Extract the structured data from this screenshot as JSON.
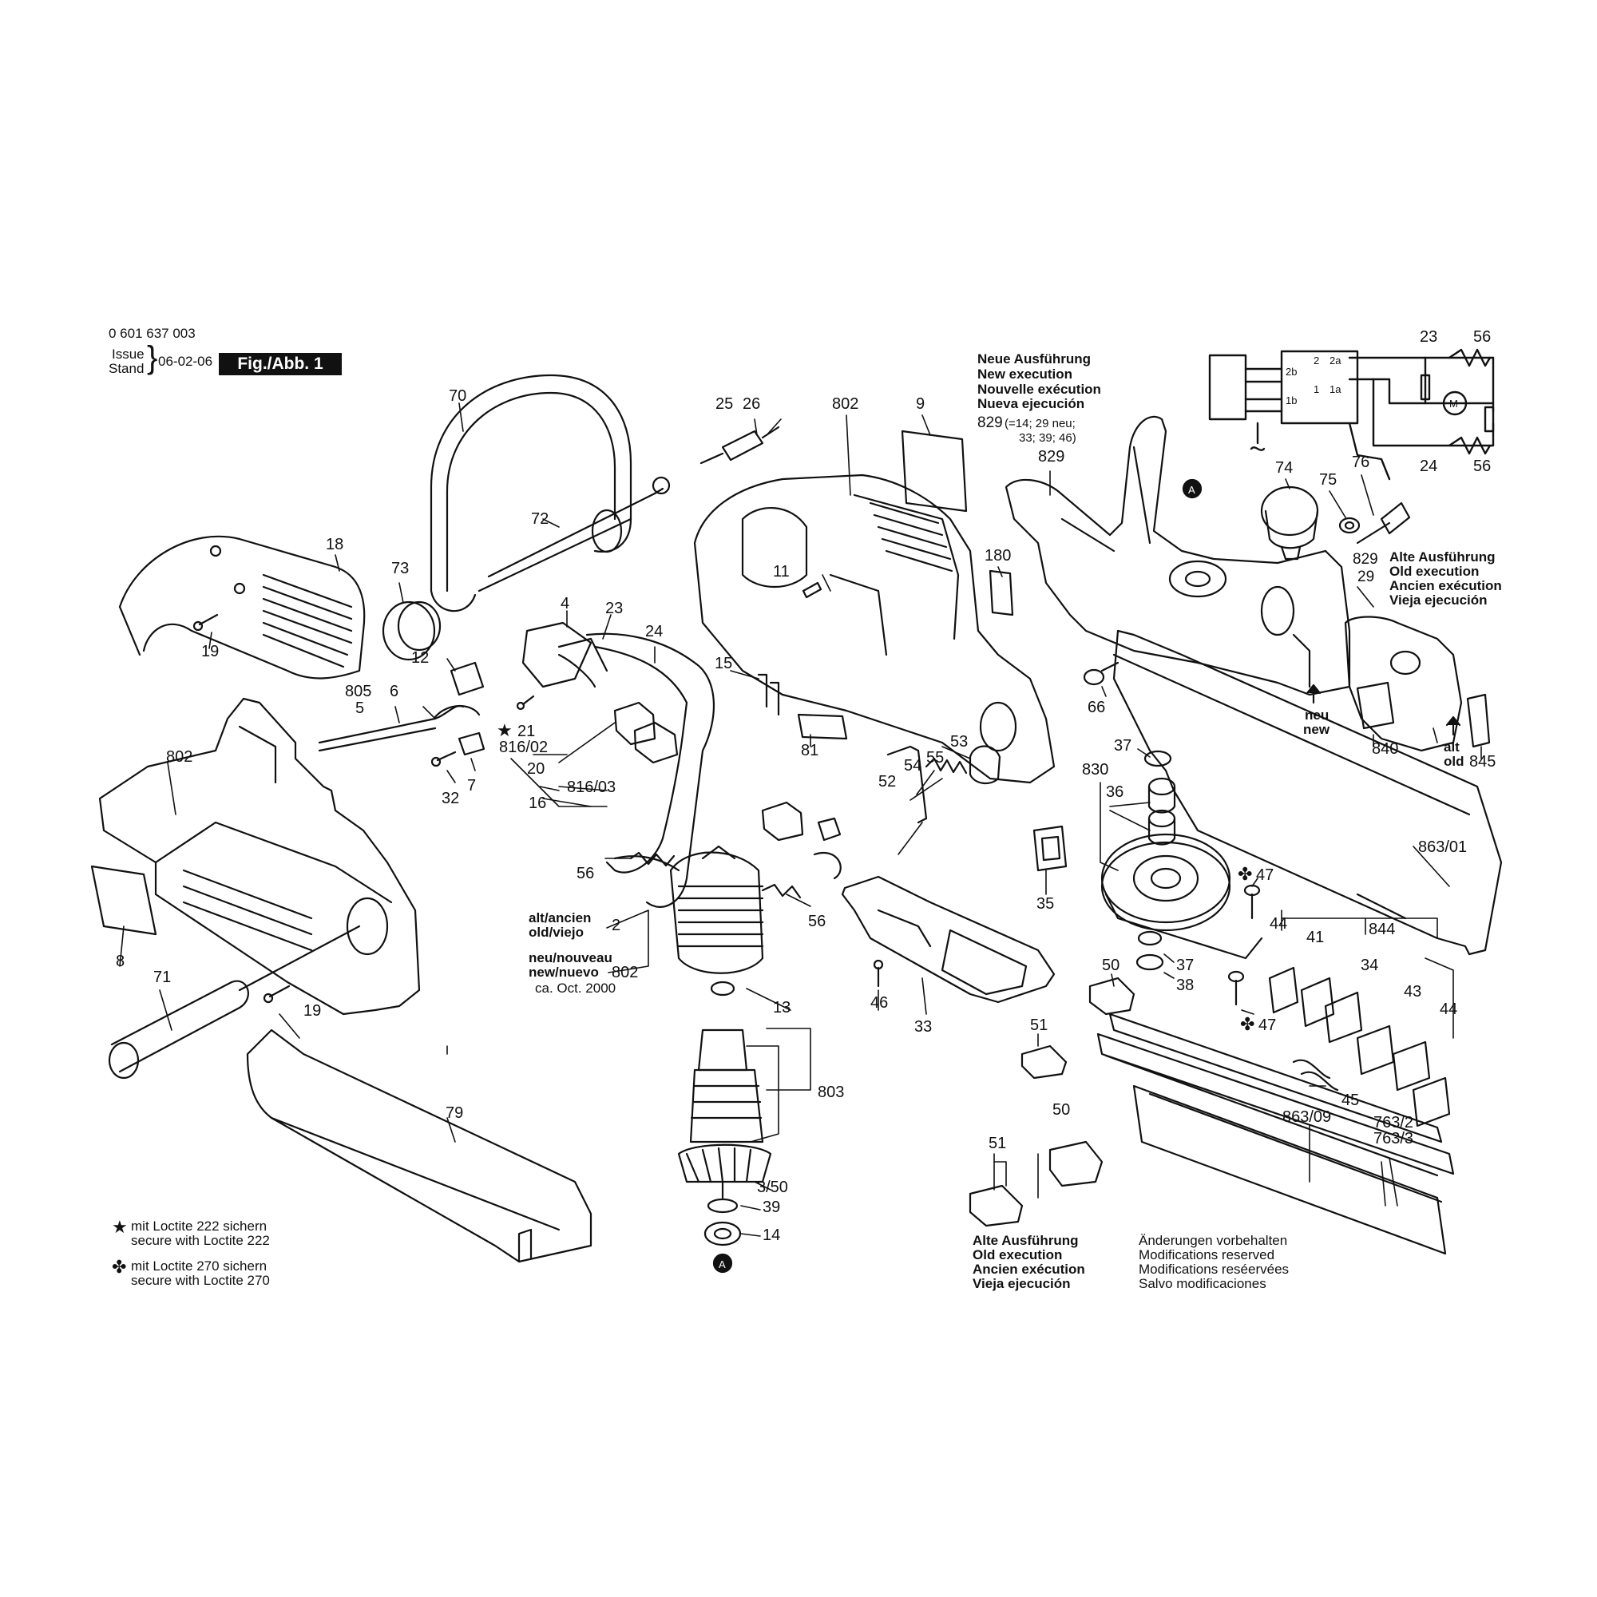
{
  "header": {
    "part_number": "0 601 637 003",
    "issue_label": "Issue",
    "stand_label": "Stand",
    "issue_date": "06-02-06",
    "figure_label": "Fig./Abb. 1"
  },
  "new_execution_block": {
    "lines": [
      "Neue Ausführung",
      "New execution",
      "Nouvelle exécution",
      "Nueva ejecución"
    ],
    "kit_number": "829",
    "kit_contents_line1": "(=14; 29 neu;",
    "kit_contents_line2": "33; 39; 46)"
  },
  "old_execution_block_right": {
    "numbers": [
      "829",
      "29"
    ],
    "lines": [
      "Alte Ausführung",
      "Old execution",
      "Ancien exécution",
      "Vieja ejecución"
    ]
  },
  "old_execution_block_bottom": {
    "lines": [
      "Alte Ausführung",
      "Old execution",
      "Ancien exécution",
      "Vieja ejecución"
    ]
  },
  "stator_note": {
    "old": [
      "alt/ancien",
      "old/viejo"
    ],
    "new": [
      "neu/nouveau",
      "new/nuevo",
      "ca. Oct. 2000"
    ]
  },
  "markers": {
    "neu": [
      "neu",
      "new"
    ],
    "alt": [
      "alt",
      "old"
    ],
    "circle_label": "A"
  },
  "legend": {
    "star_symbol": "★",
    "star_lines": [
      "mit Loctite 222 sichern",
      "secure with Loctite 222"
    ],
    "cross_symbol": "✤",
    "cross_lines": [
      "mit Loctite 270 sichern",
      "secure with Loctite 270"
    ]
  },
  "modifications": [
    "Änderungen vorbehalten",
    "Modifications reserved",
    "Modifications reséervées",
    "Salvo modificaciones"
  ],
  "wiring": {
    "terminals": [
      "2",
      "2a",
      "2b",
      "1",
      "1a",
      "1b"
    ],
    "motor_symbol": "M",
    "top_labels": [
      "23",
      "56"
    ],
    "bottom_labels": [
      "24",
      "56"
    ]
  },
  "part_labels": [
    {
      "id": "p70",
      "text": "70"
    },
    {
      "id": "p72",
      "text": "72"
    },
    {
      "id": "p73",
      "text": "73"
    },
    {
      "id": "p18",
      "text": "18"
    },
    {
      "id": "p19a",
      "text": "19"
    },
    {
      "id": "p4",
      "text": "4"
    },
    {
      "id": "p23",
      "text": "23"
    },
    {
      "id": "p24",
      "text": "24"
    },
    {
      "id": "p12",
      "text": "12"
    },
    {
      "id": "p805",
      "text": "805"
    },
    {
      "id": "p5",
      "text": "5"
    },
    {
      "id": "p6",
      "text": "6"
    },
    {
      "id": "p21",
      "text": "21"
    },
    {
      "id": "p81602",
      "text": "816/02"
    },
    {
      "id": "p20",
      "text": "20"
    },
    {
      "id": "p81603",
      "text": "816/03"
    },
    {
      "id": "p16",
      "text": "16"
    },
    {
      "id": "p32",
      "text": "32"
    },
    {
      "id": "p7",
      "text": "7"
    },
    {
      "id": "p802a",
      "text": "802"
    },
    {
      "id": "p8",
      "text": "8"
    },
    {
      "id": "p71",
      "text": "71"
    },
    {
      "id": "p19b",
      "text": "19"
    },
    {
      "id": "p79",
      "text": "79"
    },
    {
      "id": "p25",
      "text": "25"
    },
    {
      "id": "p26",
      "text": "26"
    },
    {
      "id": "p802b",
      "text": "802"
    },
    {
      "id": "p9",
      "text": "9"
    },
    {
      "id": "p11",
      "text": "11"
    },
    {
      "id": "p180",
      "text": "180"
    },
    {
      "id": "p15",
      "text": "15"
    },
    {
      "id": "p81",
      "text": "81"
    },
    {
      "id": "p53",
      "text": "53"
    },
    {
      "id": "p54",
      "text": "54"
    },
    {
      "id": "p55",
      "text": "55"
    },
    {
      "id": "p52",
      "text": "52"
    },
    {
      "id": "p56a",
      "text": "56"
    },
    {
      "id": "p56b",
      "text": "56"
    },
    {
      "id": "p2",
      "text": "2"
    },
    {
      "id": "p802c",
      "text": "802"
    },
    {
      "id": "p13",
      "text": "13"
    },
    {
      "id": "p803",
      "text": "803"
    },
    {
      "id": "p350",
      "text": "3/50"
    },
    {
      "id": "p39",
      "text": "39"
    },
    {
      "id": "p14",
      "text": "14"
    },
    {
      "id": "p46",
      "text": "46"
    },
    {
      "id": "p33",
      "text": "33"
    },
    {
      "id": "p35",
      "text": "35"
    },
    {
      "id": "p829top",
      "text": "829"
    },
    {
      "id": "p74",
      "text": "74"
    },
    {
      "id": "p75",
      "text": "75"
    },
    {
      "id": "p76",
      "text": "76"
    },
    {
      "id": "p66",
      "text": "66"
    },
    {
      "id": "p37a",
      "text": "37"
    },
    {
      "id": "p830",
      "text": "830"
    },
    {
      "id": "p36",
      "text": "36"
    },
    {
      "id": "p47a",
      "text": "47"
    },
    {
      "id": "p37b",
      "text": "37"
    },
    {
      "id": "p38",
      "text": "38"
    },
    {
      "id": "p47b",
      "text": "47"
    },
    {
      "id": "p50a",
      "text": "50"
    },
    {
      "id": "p51a",
      "text": "51"
    },
    {
      "id": "p44a",
      "text": "44"
    },
    {
      "id": "p41",
      "text": "41"
    },
    {
      "id": "p844",
      "text": "844"
    },
    {
      "id": "p34",
      "text": "34"
    },
    {
      "id": "p43",
      "text": "43"
    },
    {
      "id": "p44b",
      "text": "44"
    },
    {
      "id": "p45",
      "text": "45"
    },
    {
      "id": "p86301",
      "text": "863/01"
    },
    {
      "id": "p840",
      "text": "840"
    },
    {
      "id": "p845",
      "text": "845"
    },
    {
      "id": "p86309",
      "text": "863/09"
    },
    {
      "id": "p7632",
      "text": "763/2"
    },
    {
      "id": "p7633",
      "text": "763/3"
    },
    {
      "id": "p50b",
      "text": "50"
    },
    {
      "id": "p51b",
      "text": "51"
    }
  ]
}
